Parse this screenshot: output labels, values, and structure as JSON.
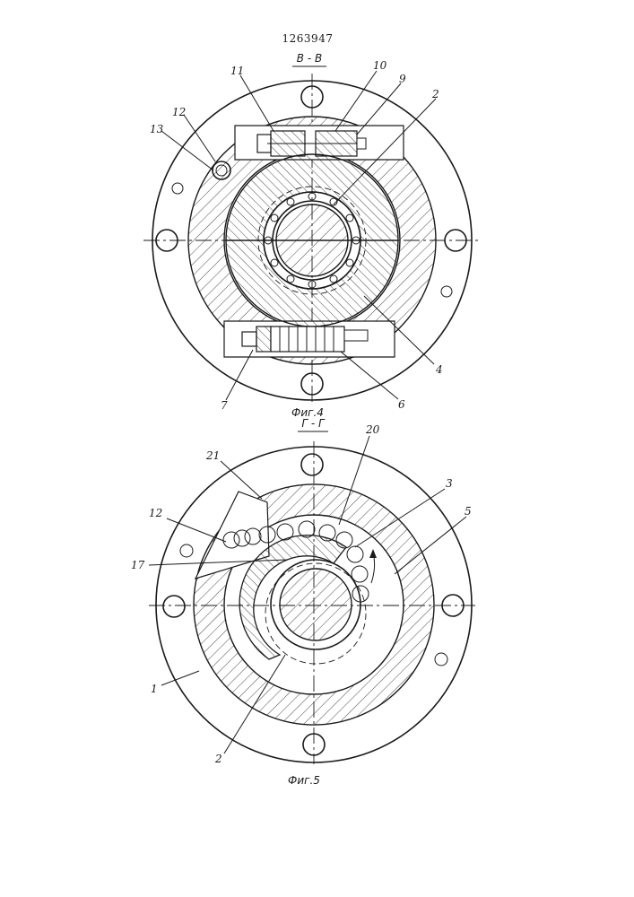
{
  "patent_number": "1263947",
  "figures": [
    {
      "section_label": "В - В",
      "caption": "Фиг.4",
      "part_labels": [
        "11",
        "10",
        "9",
        "2",
        "12",
        "13",
        "4",
        "7",
        "6"
      ]
    },
    {
      "section_label": "Г - Г",
      "caption": "Фиг.5",
      "part_labels": [
        "20",
        "21",
        "3",
        "12",
        "5",
        "17",
        "1",
        "2"
      ]
    }
  ]
}
